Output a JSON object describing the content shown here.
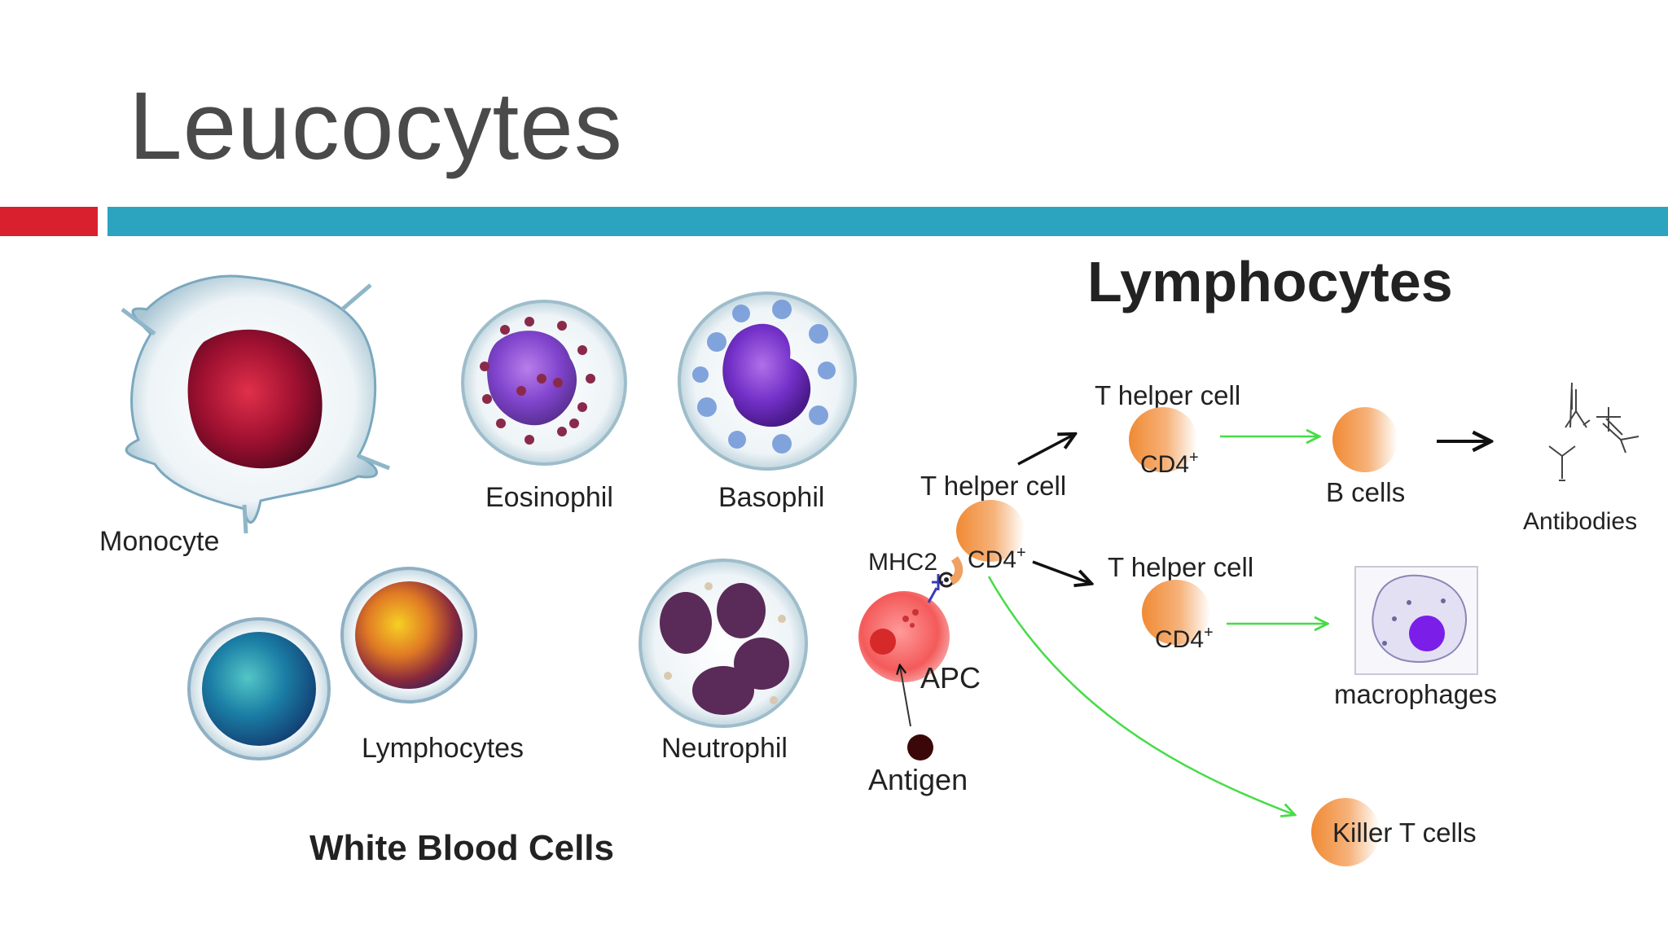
{
  "title": "Leucocytes",
  "colors": {
    "accent_red": "#d8202f",
    "accent_teal": "#2ca3bf",
    "arrow_green": "#46dc46",
    "title_gray": "#4a4a4a"
  },
  "wbc": {
    "heading": "White Blood Cells",
    "cells": {
      "monocyte": "Monocyte",
      "eosinophil": "Eosinophil",
      "basophil": "Basophil",
      "lymphocytes": "Lymphocytes",
      "neutrophil": "Neutrophil"
    }
  },
  "lymph": {
    "heading": "Lymphocytes",
    "t_helper": "T helper cell",
    "cd4": "CD4",
    "cd4_sup": "+",
    "mhc2": "MHC2",
    "apc": "APC",
    "antigen": "Antigen",
    "b_cells": "B cells",
    "antibodies": "Antibodies",
    "macrophages": "macrophages",
    "killer_t": "Killer T cells"
  }
}
